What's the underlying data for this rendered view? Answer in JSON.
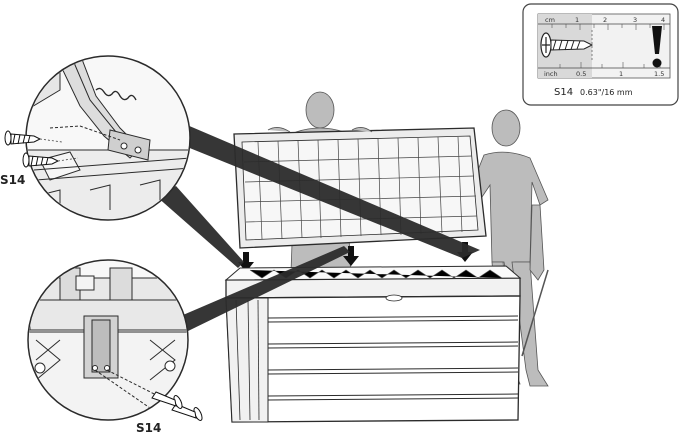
{
  "ruler": {
    "unit_top": "cm",
    "unit_bottom": "inch",
    "cm_ticks": [
      "1",
      "2",
      "3",
      "4"
    ],
    "inch_ticks": [
      "0.5",
      "1",
      "1.5"
    ],
    "part_code": "S14",
    "part_size": "0.63\"/16 mm"
  },
  "callouts": {
    "upper_label": "S14",
    "lower_label": "S14"
  },
  "colors": {
    "line": "#2b2b2b",
    "shade": "#9a9a9a",
    "person": "#bdbdbd",
    "panel": "#e6e6e6"
  },
  "icons": {
    "warning": "exclamation-icon",
    "screw": "screw-icon",
    "arrow": "arrow-down-icon"
  }
}
